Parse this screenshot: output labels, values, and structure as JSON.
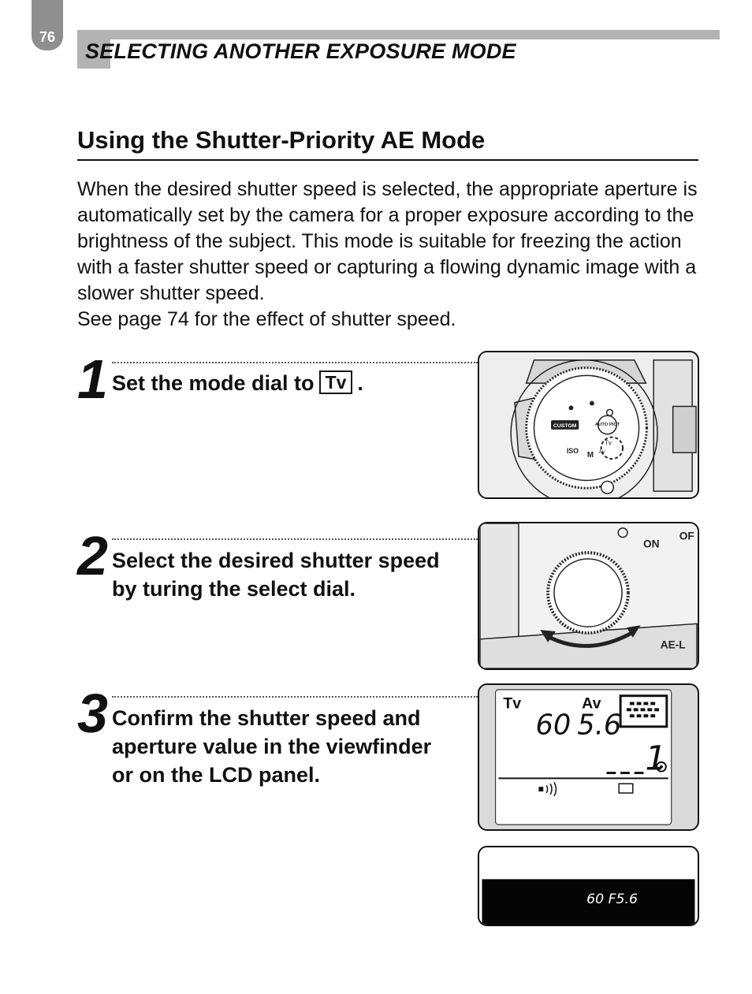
{
  "page_number": "76",
  "section_title": "SELECTING ANOTHER EXPOSURE MODE",
  "subtitle": "Using the Shutter-Priority AE Mode",
  "intro": [
    "When the desired shutter speed is selected, the appropriate aperture is automatically set by the camera for a proper exposure according to the brightness of the subject. This mode is suitable for freezing the action with a faster shutter speed or capturing a flowing dynamic image with a slower shutter speed.",
    "See page 74 for the effect of shutter speed."
  ],
  "steps": [
    {
      "number": "1",
      "text_before": "Set the mode dial to",
      "symbol": "Tv",
      "text_after": "."
    },
    {
      "number": "2",
      "text": "Select the desired shutter speed by turing the select dial."
    },
    {
      "number": "3",
      "text": "Confirm the shutter speed and aperture value in the viewfinder or on the LCD panel."
    }
  ],
  "dial_illustration": {
    "labels": [
      "CUSTOM",
      "AUTO PICT",
      "ISO",
      "M",
      "Tv",
      "Av"
    ]
  },
  "select_dial_illustration": {
    "labels": [
      "ON",
      "OF",
      "AE-L"
    ]
  },
  "lcd_panel": {
    "tv_label": "Tv",
    "av_label": "Av",
    "shutter": "60",
    "aperture": "5.6",
    "counter": "1"
  },
  "viewfinder": {
    "readout": "60 F5.6"
  }
}
